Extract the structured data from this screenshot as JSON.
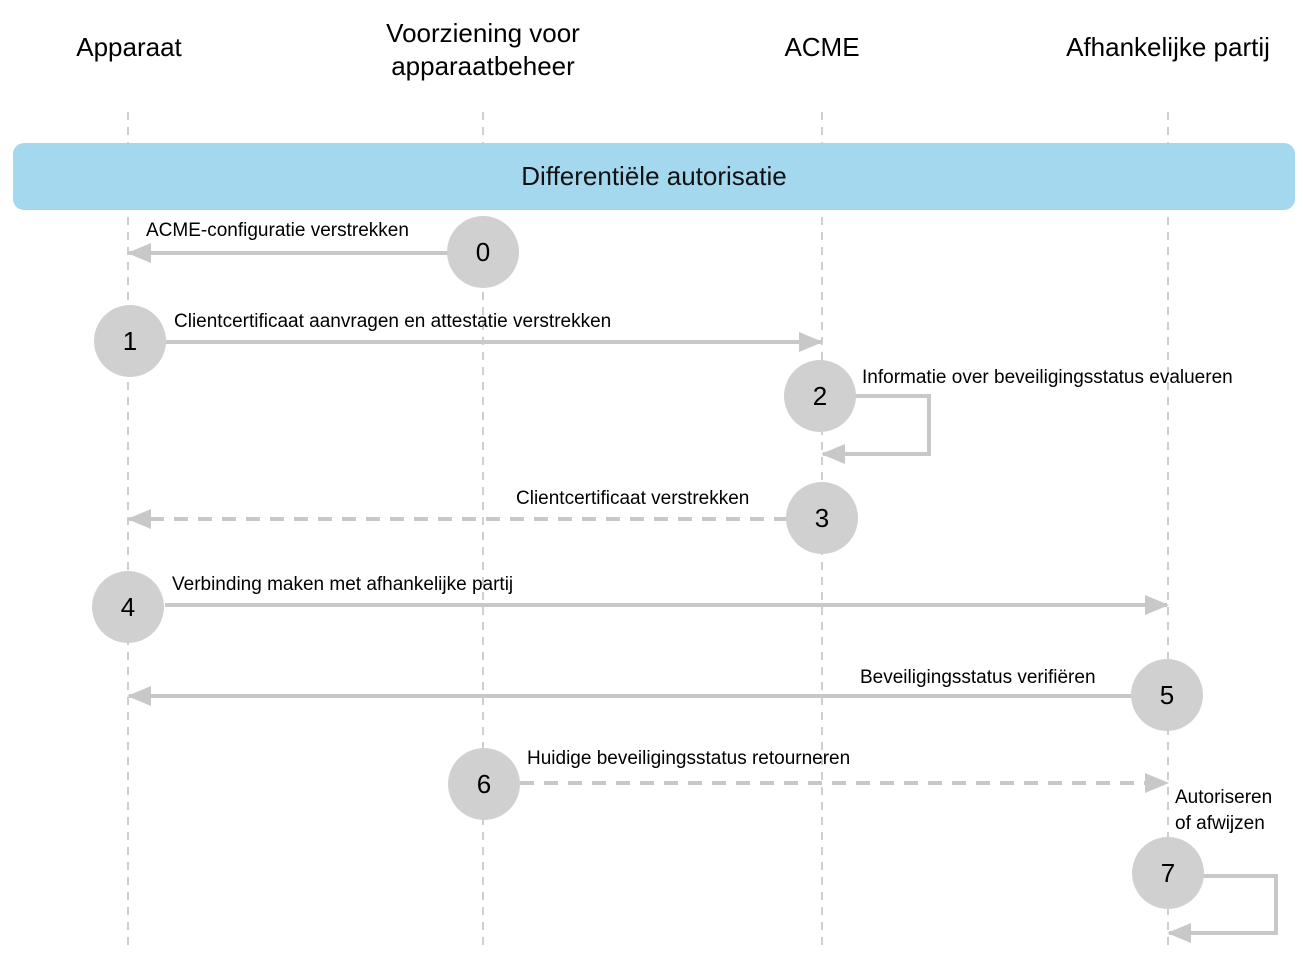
{
  "actors": [
    {
      "id": "apparaat",
      "label": "Apparaat"
    },
    {
      "id": "mdm",
      "label": "Voorziening voor\napparaatbeheer"
    },
    {
      "id": "acme",
      "label": "ACME"
    },
    {
      "id": "rp",
      "label": "Afhankelijke partij"
    }
  ],
  "band": {
    "label": "Differentiële autorisatie"
  },
  "steps": [
    {
      "number": "0",
      "label": "ACME-configuratie verstrekken"
    },
    {
      "number": "1",
      "label": "Clientcertificaat aanvragen en attestatie verstrekken"
    },
    {
      "number": "2",
      "label": "Informatie over beveiligingsstatus evalueren"
    },
    {
      "number": "3",
      "label": "Clientcertificaat verstrekken"
    },
    {
      "number": "4",
      "label": "Verbinding maken met afhankelijke partij"
    },
    {
      "number": "5",
      "label": "Beveiligingsstatus verifiëren"
    },
    {
      "number": "6",
      "label": "Huidige beveiligingsstatus retourneren"
    },
    {
      "number": "7",
      "label": "Autoriseren\nof afwijzen"
    }
  ],
  "colors": {
    "band": "#a4d8ee",
    "arrow": "#c8c8c8",
    "badge": "#d0d0d0",
    "lifeline": "#b5b5b5"
  }
}
